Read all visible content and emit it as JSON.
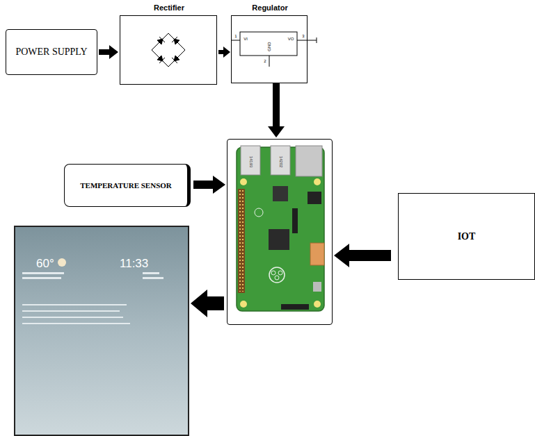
{
  "diagram": {
    "nodes": [
      {
        "text": [
          "POWER SUPPLY"
        ]
      },
      {
        "text": [
          "Rectifier"
        ]
      },
      {
        "text": [
          "Regulator"
        ]
      },
      {
        "text": [
          "TEMPERATURE SENSOR"
        ]
      },
      {
        "text": [
          "14193",
          "14202"
        ]
      },
      {
        "text": [
          "IOT"
        ]
      },
      {
        "text": [
          "60°",
          "11:33"
        ]
      }
    ],
    "edges": [
      {
        "from": 0,
        "to": 1,
        "arrow": "to"
      },
      {
        "from": 1,
        "to": 2,
        "arrow": "to"
      },
      {
        "from": 2,
        "to": 4,
        "arrow": "to"
      },
      {
        "from": 3,
        "to": 4,
        "arrow": "to"
      },
      {
        "from": 5,
        "to": 4,
        "arrow": "to"
      },
      {
        "from": 4,
        "to": 6,
        "arrow": "to"
      }
    ],
    "labels": [
      "1",
      "VI",
      "VO",
      "3",
      "GND",
      "2"
    ]
  }
}
